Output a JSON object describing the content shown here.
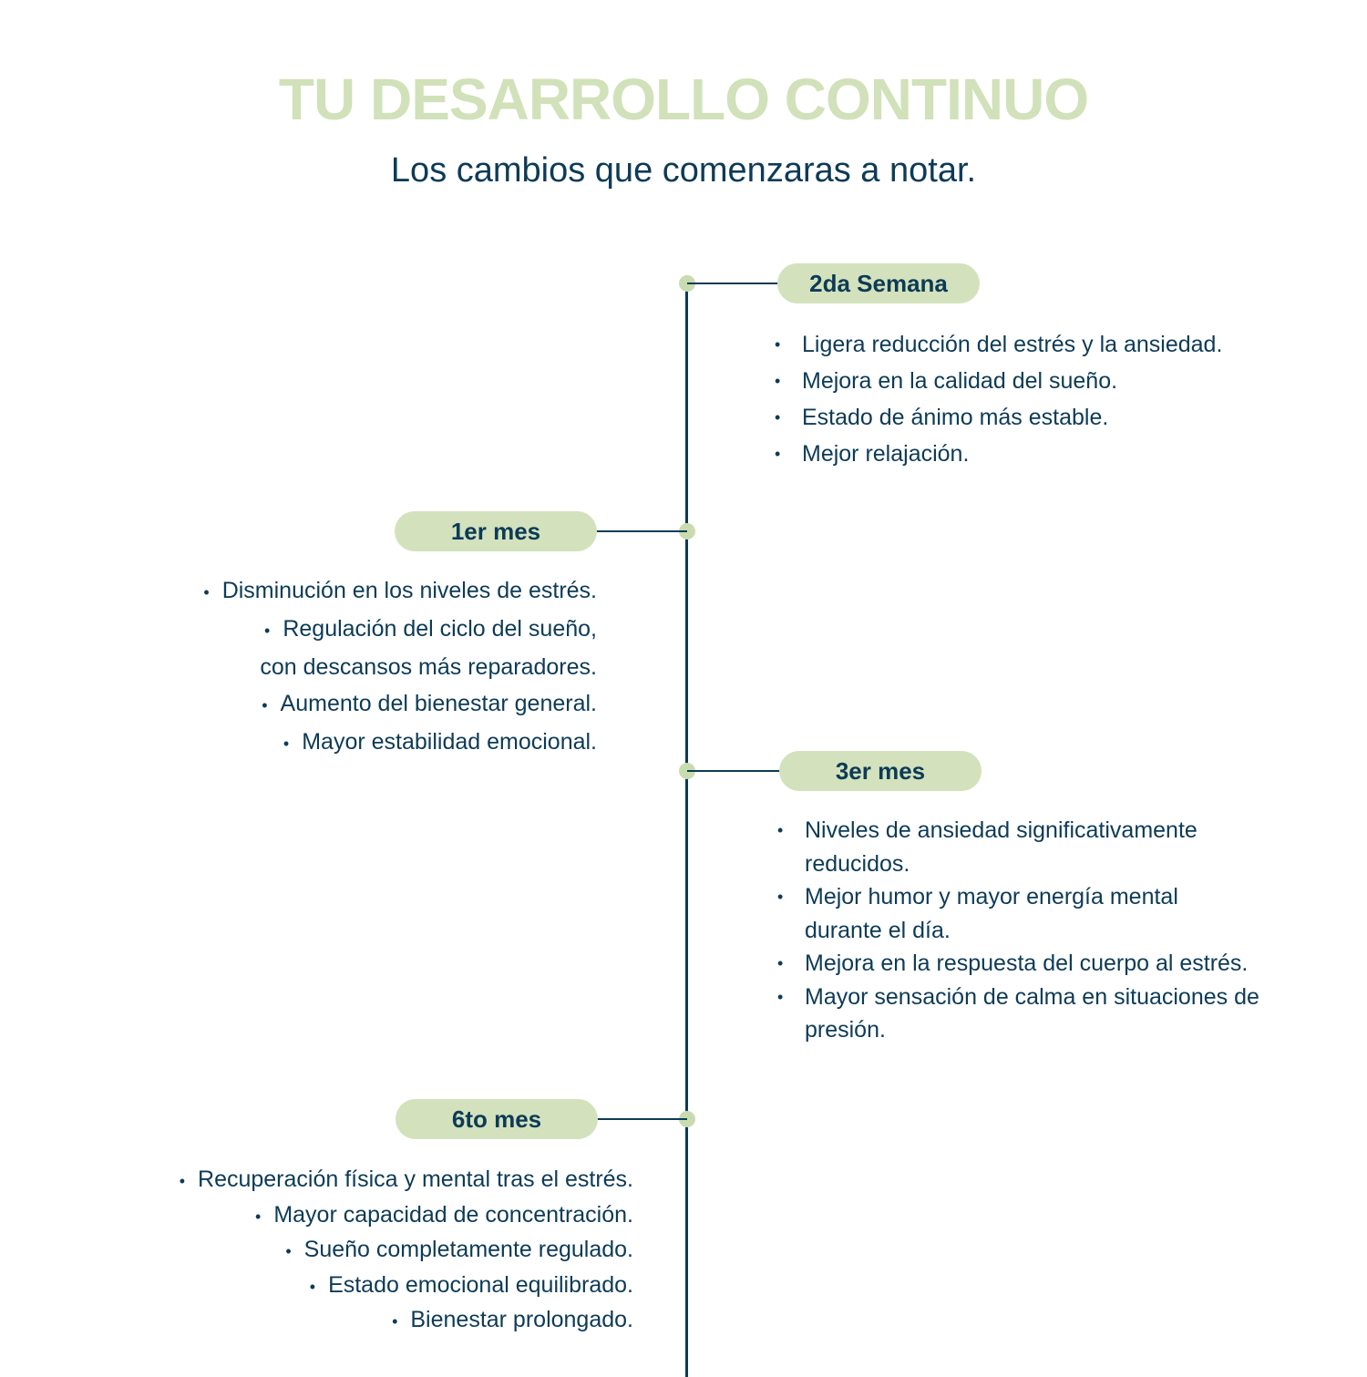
{
  "header": {
    "title": "TU DESARROLLO CONTINUO",
    "subtitle": "Los cambios que comenzaras a notar."
  },
  "colors": {
    "accent": "#d3e2bd",
    "text": "#0d3b56",
    "title": "#d1e1b9"
  },
  "milestones": [
    {
      "label": "2da Semana",
      "items": [
        "Ligera reducción del estrés y la ansiedad.",
        "Mejora en la calidad del sueño.",
        "Estado de ánimo más estable.",
        "Mejor relajación."
      ]
    },
    {
      "label": "1er mes",
      "items": [
        "Disminución en los niveles de estrés.",
        "Regulación del ciclo del sueño,",
        "con descansos más reparadores.",
        "Aumento del bienestar general.",
        "Mayor estabilidad emocional."
      ]
    },
    {
      "label": "3er mes",
      "items": [
        "Niveles de ansiedad significativamente reducidos.",
        "Mejor humor y mayor energía mental durante el día.",
        "Mejora en la respuesta del cuerpo al estrés.",
        "Mayor sensación de calma en situaciones de presión."
      ]
    },
    {
      "label": "6to mes",
      "items": [
        "Recuperación física y mental tras el estrés.",
        "Mayor capacidad de concentración.",
        "Sueño completamente regulado.",
        "Estado emocional equilibrado.",
        "Bienestar prolongado."
      ]
    }
  ]
}
